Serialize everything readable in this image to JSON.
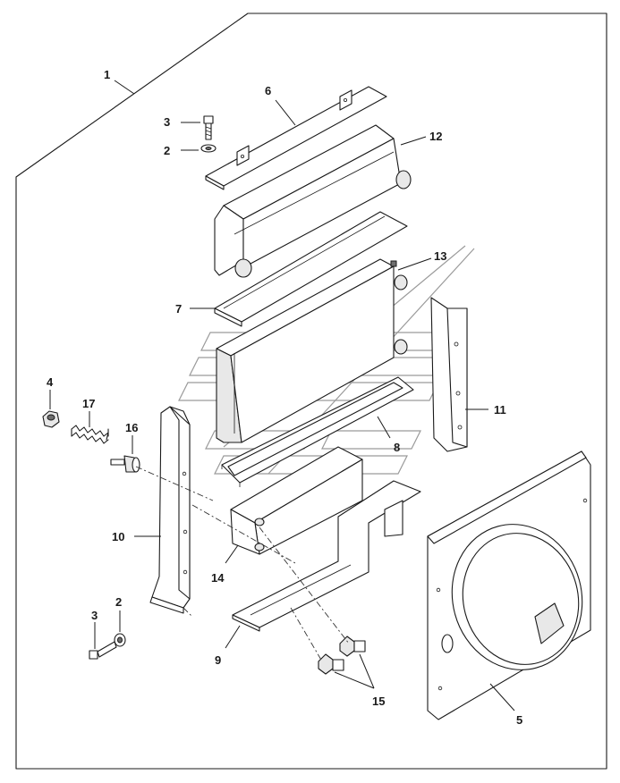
{
  "callouts": [
    {
      "id": "c1",
      "text": "1"
    },
    {
      "id": "c6",
      "text": "6"
    },
    {
      "id": "c3a",
      "text": "3"
    },
    {
      "id": "c2a",
      "text": "2"
    },
    {
      "id": "c12",
      "text": "12"
    },
    {
      "id": "c13",
      "text": "13"
    },
    {
      "id": "c7",
      "text": "7"
    },
    {
      "id": "c11",
      "text": "11"
    },
    {
      "id": "c4",
      "text": "4"
    },
    {
      "id": "c17",
      "text": "17"
    },
    {
      "id": "c16",
      "text": "16"
    },
    {
      "id": "c8",
      "text": "8"
    },
    {
      "id": "c10",
      "text": "10"
    },
    {
      "id": "c14",
      "text": "14"
    },
    {
      "id": "c3b",
      "text": "3"
    },
    {
      "id": "c2b",
      "text": "2"
    },
    {
      "id": "c9",
      "text": "9"
    },
    {
      "id": "c15",
      "text": "15"
    },
    {
      "id": "c5",
      "text": "5"
    }
  ]
}
